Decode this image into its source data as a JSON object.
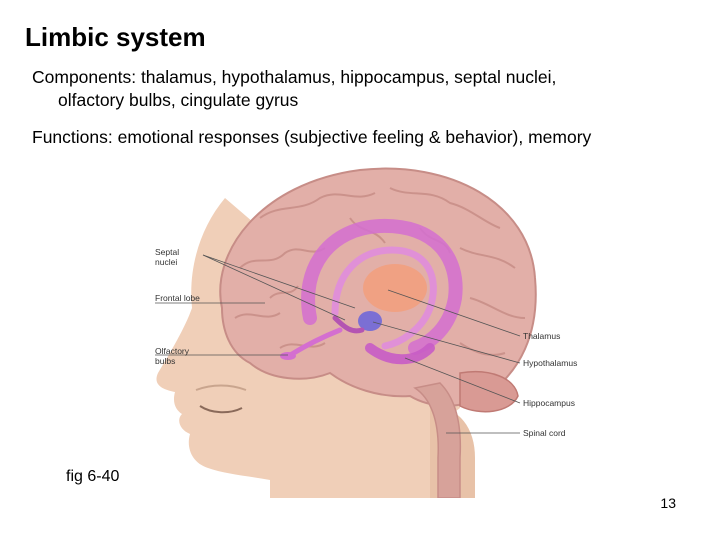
{
  "slide": {
    "title": "Limbic system",
    "components_line1": "Components: thalamus, hypothalamus, hippocampus, septal nuclei,",
    "components_line2": "olfactory bulbs, cingulate gyrus",
    "functions": "Functions: emotional responses (subjective feeling & behavior), memory",
    "caption": "fig 6-40",
    "page_number": "13"
  },
  "figure": {
    "labels": {
      "septal": "Septal",
      "septal_2": "nuclei",
      "frontal": "Frontal lobe",
      "olfactory": "Olfactory",
      "olfactory_2": "bulbs",
      "thalamus": "Thalamus",
      "hypothalamus": "Hypothalamus",
      "hippocampus": "Hippocampus",
      "spinal": "Spinal cord"
    },
    "colors": {
      "skin": "#f0cfb8",
      "brain": "#e2afa8",
      "gyri": "#c78d87",
      "limbic": "#d46fd0",
      "thalamus": "#f2a07e",
      "hypothalamus": "#7b6fd4",
      "leader": "#555555"
    }
  }
}
